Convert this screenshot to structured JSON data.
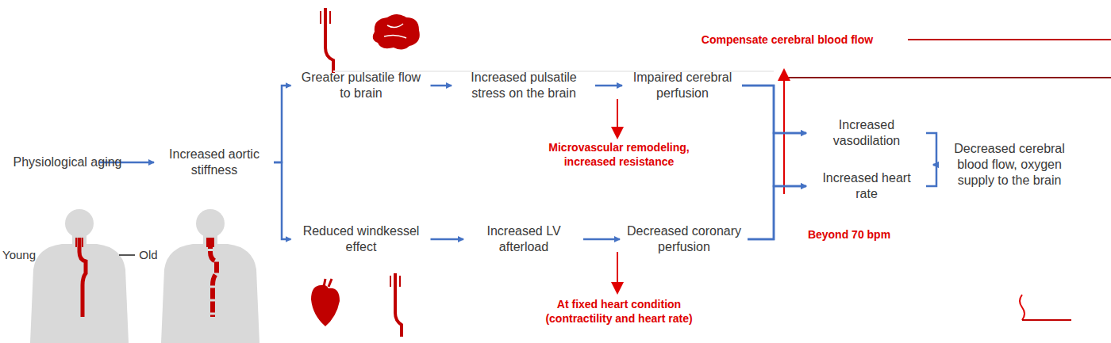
{
  "diagram": {
    "nodes": [
      {
        "text": [
          "Physiological aging"
        ]
      },
      {
        "text": [
          "Increased aortic stiffness"
        ]
      },
      {
        "text": [
          "Greater pulsatile flow to brain"
        ]
      },
      {
        "text": [
          "Increased pulsatile stress on the brain"
        ]
      },
      {
        "text": [
          "Impaired cerebral perfusion"
        ]
      },
      {
        "text": [
          "Reduced windkessel effect"
        ]
      },
      {
        "text": [
          "Increased LV afterload"
        ]
      },
      {
        "text": [
          "Decreased coronary perfusion"
        ]
      },
      {
        "text": [
          "Increased vasodilation"
        ]
      },
      {
        "text": [
          "Increased heart rate"
        ]
      },
      {
        "text": [
          "Decreased cerebral blood flow, oxygen supply to the brain"
        ]
      }
    ],
    "edges": [
      {
        "from": 0,
        "to": 1,
        "arrow": "to"
      },
      {
        "from": 1,
        "to": 2,
        "arrow": "to"
      },
      {
        "from": 1,
        "to": 5,
        "arrow": "to"
      },
      {
        "from": 2,
        "to": 3,
        "arrow": "to"
      },
      {
        "from": 3,
        "to": 4,
        "arrow": "to"
      },
      {
        "from": 5,
        "to": 6,
        "arrow": "to"
      },
      {
        "from": 6,
        "to": 7,
        "arrow": "to"
      },
      {
        "from": 4,
        "to": 8,
        "arrow": "to"
      },
      {
        "from": 4,
        "to": 9,
        "arrow": "to"
      },
      {
        "from": 7,
        "to": 8,
        "arrow": "to"
      },
      {
        "from": 7,
        "to": 9,
        "arrow": "to"
      },
      {
        "from": 8,
        "to": 10,
        "arrow": "to"
      },
      {
        "from": 9,
        "to": 10,
        "arrow": "to"
      }
    ],
    "labels": [
      "Compensate cerebral blood flow",
      "Microvascular remodeling, increased resistance",
      "At fixed heart condition (contractility and heart rate)",
      "Beyond 70 bpm",
      "Young",
      "Old"
    ]
  }
}
